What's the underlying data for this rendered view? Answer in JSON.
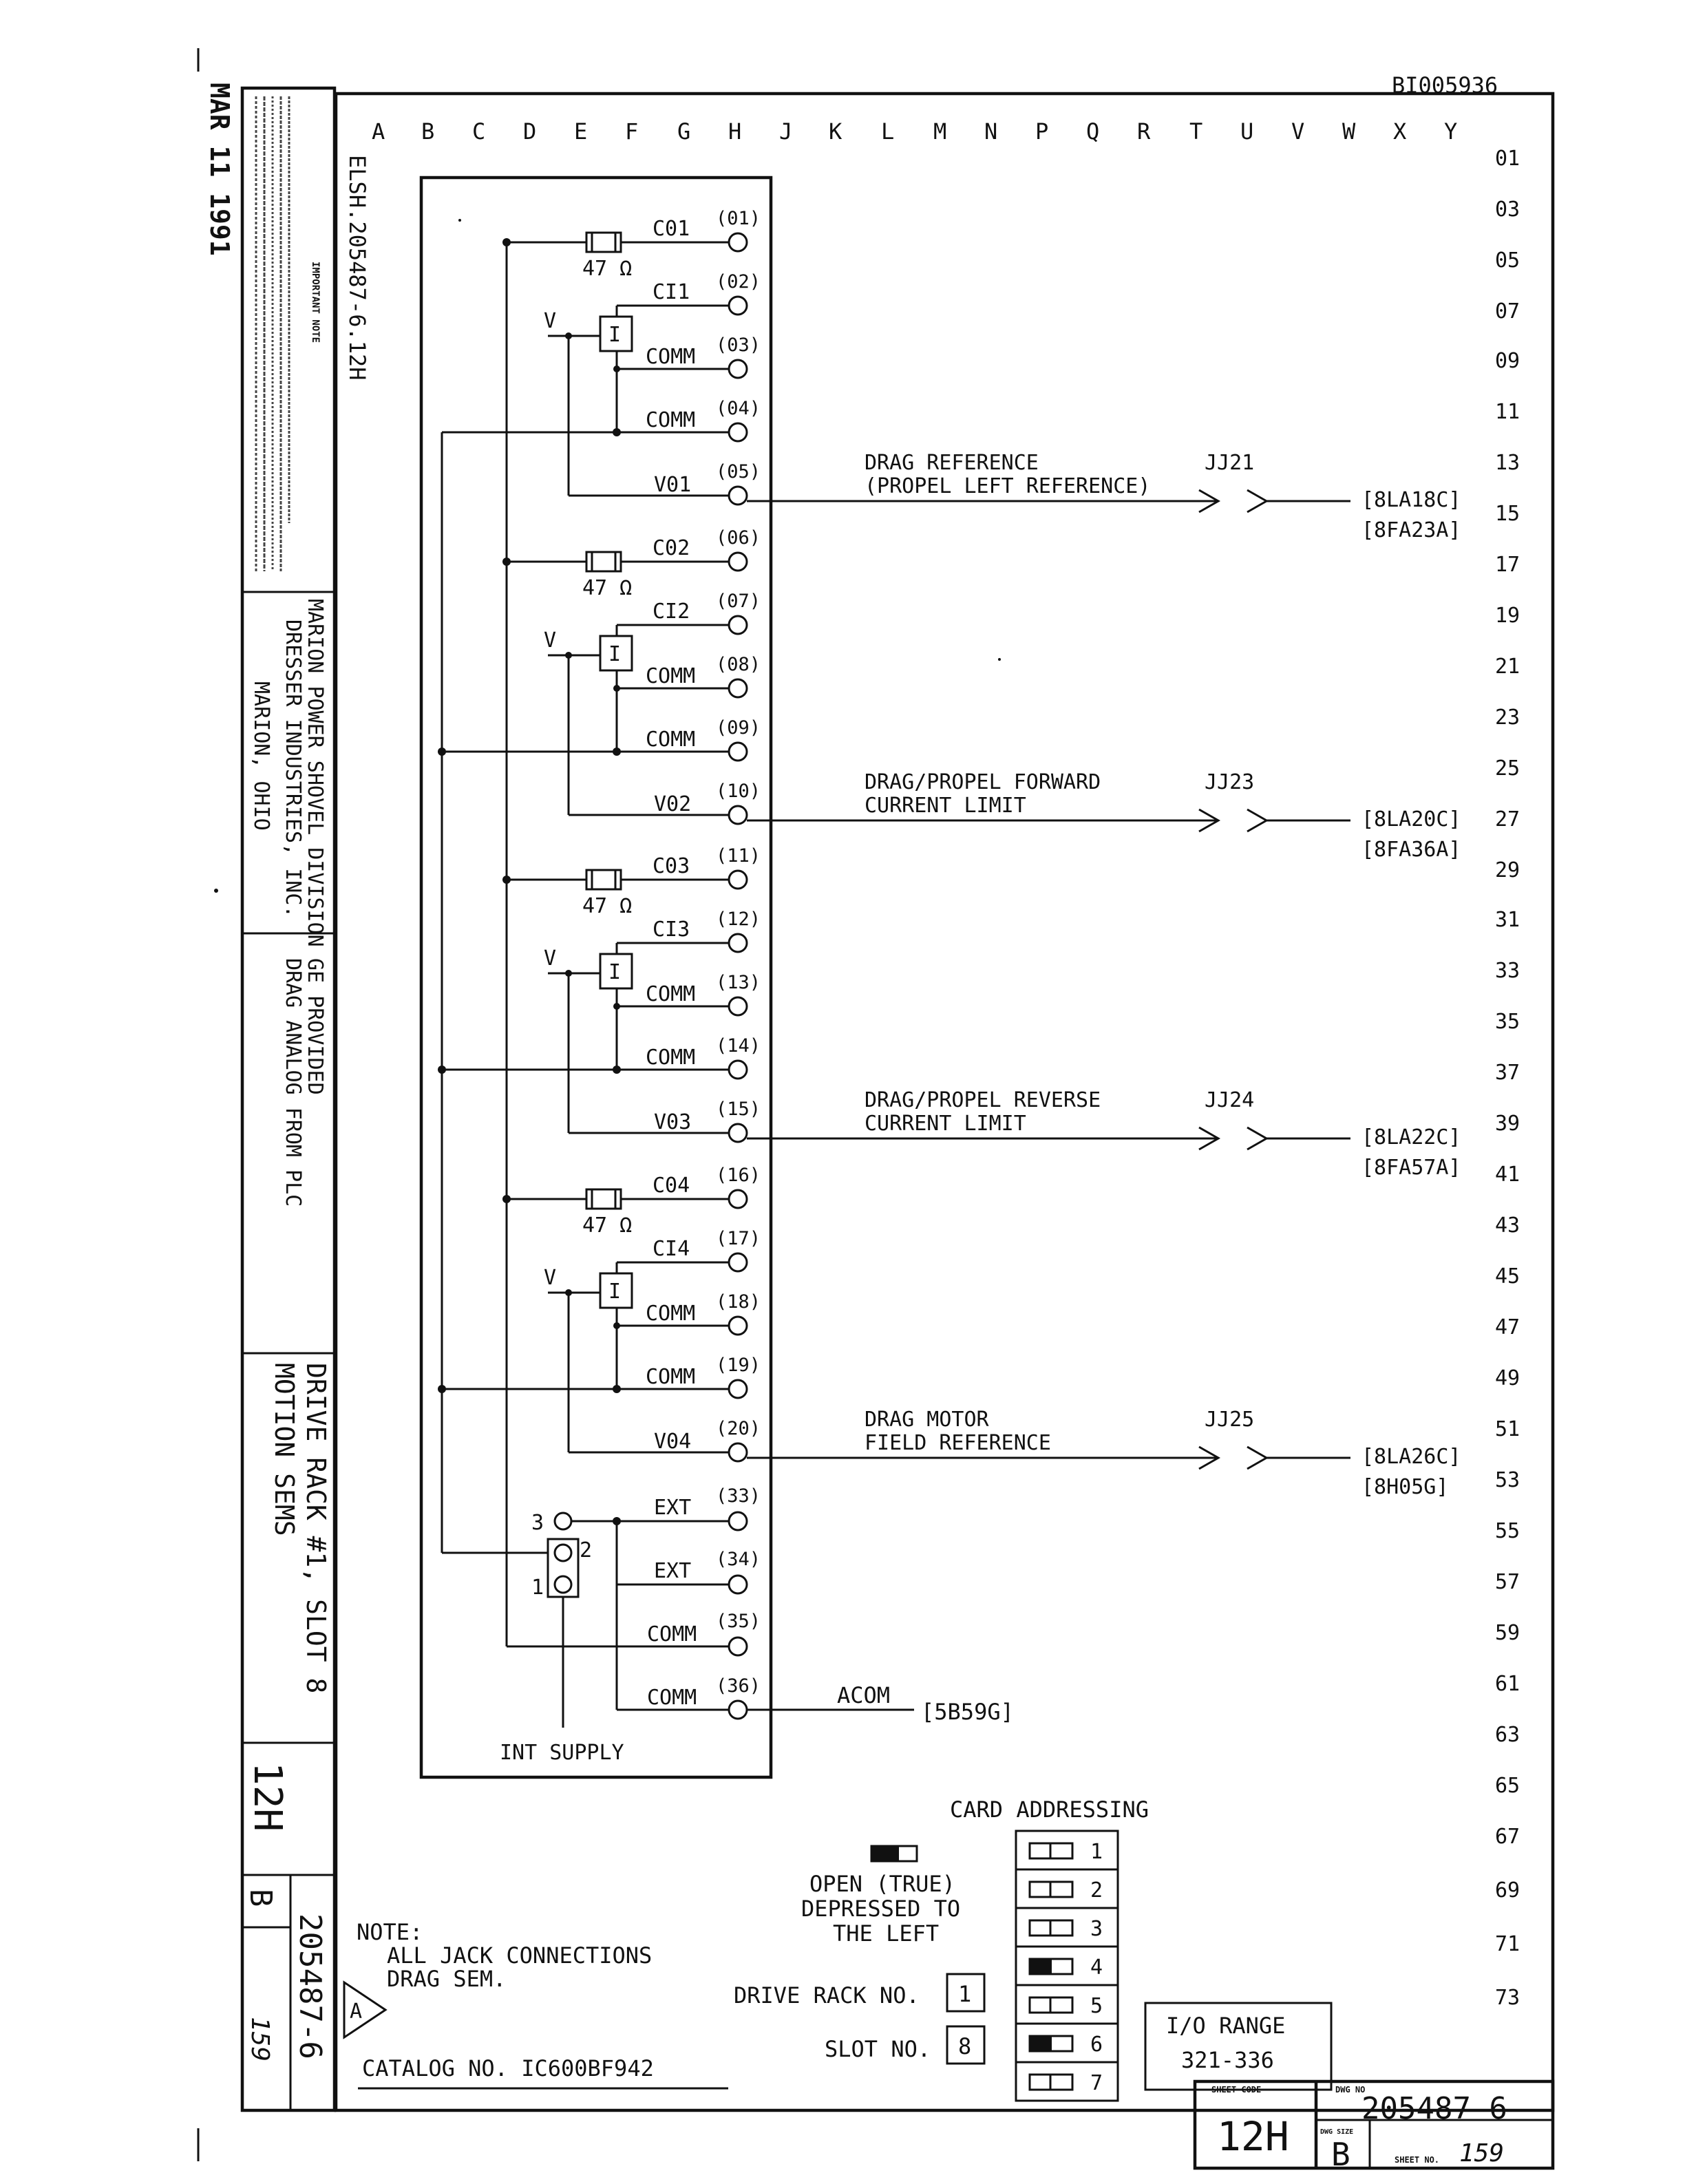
{
  "doc_id": "BI005936",
  "stamp": "MAR 11 1991",
  "columns": [
    "A",
    "B",
    "C",
    "D",
    "E",
    "F",
    "G",
    "H",
    "J",
    "K",
    "L",
    "M",
    "N",
    "P",
    "Q",
    "R",
    "T",
    "U",
    "V",
    "W",
    "X",
    "Y"
  ],
  "rows": [
    "01",
    "03",
    "05",
    "07",
    "09",
    "11",
    "13",
    "15",
    "17",
    "19",
    "21",
    "23",
    "25",
    "27",
    "29",
    "31",
    "33",
    "35",
    "37",
    "39",
    "41",
    "43",
    "45",
    "47",
    "49",
    "51",
    "53",
    "55",
    "57",
    "59",
    "61",
    "63",
    "65",
    "67",
    "69",
    "71",
    "73"
  ],
  "title_block": {
    "important_note_title": "IMPORTANT NOTE",
    "company_line1": "MARION POWER SHOVEL DIVISION",
    "company_line2": "DRESSER INDUSTRIES, INC.",
    "company_line3": "MARION, OHIO",
    "notes_line1": "GE PROVIDED",
    "notes_line2": "DRAG ANALOG FROM PLC",
    "name_line1": "DRIVE RACK #1, SLOT 8",
    "name_line2": "MOTION SEMS",
    "sheet_code": "12H",
    "dwg_no": "205487-6",
    "size": "B",
    "sheet_no": "159",
    "label_sheet_code": "SHEET CODE",
    "label_dwg_no": "DWG NO",
    "label_size": "DWG SIZE",
    "label_sheet_no": "SHEET NO."
  },
  "elsh_ref": "ELSH.205487-6.12H",
  "resistor_value": "47 Ω",
  "v_label": "V",
  "i_label": "I",
  "channels": [
    {
      "co": "C01",
      "ci": "CI1",
      "vo": "V01",
      "pins": [
        "(01)",
        "(02)",
        "(03)",
        "(04)",
        "(05)"
      ]
    },
    {
      "co": "C02",
      "ci": "CI2",
      "vo": "V02",
      "pins": [
        "(06)",
        "(07)",
        "(08)",
        "(09)",
        "(10)"
      ]
    },
    {
      "co": "C03",
      "ci": "CI3",
      "vo": "V03",
      "pins": [
        "(11)",
        "(12)",
        "(13)",
        "(14)",
        "(15)"
      ]
    },
    {
      "co": "C04",
      "ci": "CI4",
      "vo": "V04",
      "pins": [
        "(16)",
        "(17)",
        "(18)",
        "(19)",
        "(20)"
      ]
    }
  ],
  "comm_label": "COMM",
  "ext_label": "EXT",
  "ext_pins": [
    "(33)",
    "(34)",
    "(35)",
    "(36)"
  ],
  "jumper_labels": [
    "3",
    "2",
    "1"
  ],
  "int_supply": "INT SUPPLY",
  "acom": "ACOM",
  "acom_ref": "[5B59G]",
  "outputs": [
    {
      "desc1": "DRAG REFERENCE",
      "desc2": "(PROPEL LEFT REFERENCE)",
      "jj": "JJ21",
      "ref1": "[8LA18C]",
      "ref2": "[8FA23A]"
    },
    {
      "desc1": "DRAG/PROPEL FORWARD",
      "desc2": "CURRENT LIMIT",
      "jj": "JJ23",
      "ref1": "[8LA20C]",
      "ref2": "[8FA36A]"
    },
    {
      "desc1": "DRAG/PROPEL REVERSE",
      "desc2": "CURRENT LIMIT",
      "jj": "JJ24",
      "ref1": "[8LA22C]",
      "ref2": "[8FA57A]"
    },
    {
      "desc1": "DRAG MOTOR",
      "desc2": "FIELD REFERENCE",
      "jj": "JJ25",
      "ref1": "[8LA26C]",
      "ref2": "[8H05G]"
    }
  ],
  "card_addressing": {
    "title": "CARD ADDRESSING",
    "open1": "OPEN (TRUE)",
    "open2": "DEPRESSED TO",
    "open3": "THE LEFT",
    "switches": [
      "1",
      "2",
      "3",
      "4",
      "5",
      "6",
      "7"
    ],
    "set": [
      false,
      false,
      false,
      true,
      false,
      true,
      false
    ],
    "drive_rack_label": "DRIVE RACK NO.",
    "drive_rack_value": "1",
    "slot_label": "SLOT NO.",
    "slot_value": "8"
  },
  "io_range": {
    "title": "I/O RANGE",
    "value": "321-336"
  },
  "note": {
    "line1": "NOTE:",
    "line2": "ALL JACK CONNECTIONS",
    "line3": "DRAG SEM."
  },
  "revision": "A",
  "catalog": "CATALOG NO. IC600BF942"
}
